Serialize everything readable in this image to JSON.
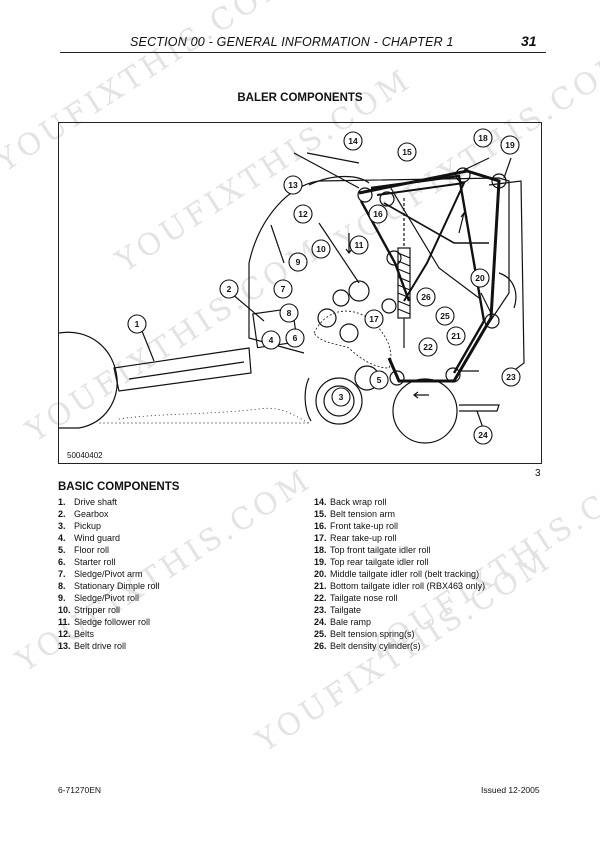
{
  "header": {
    "section_title": "SECTION 00 - GENERAL INFORMATION - CHAPTER 1",
    "page_number": "31"
  },
  "watermark_text": "YOUFIXTHIS.COM",
  "title": "BALER COMPONENTS",
  "figure": {
    "code": "50040402",
    "number": "3",
    "callouts": [
      "1",
      "2",
      "3",
      "4",
      "5",
      "6",
      "7",
      "8",
      "9",
      "10",
      "11",
      "12",
      "13",
      "14",
      "15",
      "16",
      "17",
      "18",
      "19",
      "20",
      "21",
      "22",
      "23",
      "24",
      "25",
      "26"
    ]
  },
  "components": {
    "heading": "BASIC COMPONENTS",
    "left": [
      {
        "num": "1.",
        "label": "Drive shaft"
      },
      {
        "num": "2.",
        "label": "Gearbox"
      },
      {
        "num": "3.",
        "label": "Pickup"
      },
      {
        "num": "4.",
        "label": "Wind guard"
      },
      {
        "num": "5.",
        "label": "Floor roll"
      },
      {
        "num": "6.",
        "label": "Starter roll"
      },
      {
        "num": "7.",
        "label": "Sledge/Pivot arm"
      },
      {
        "num": "8.",
        "label": "Stationary Dimple roll"
      },
      {
        "num": "9.",
        "label": "Sledge/Pivot roll"
      },
      {
        "num": "10.",
        "label": "Stripper roll"
      },
      {
        "num": "11.",
        "label": "Sledge follower roll"
      },
      {
        "num": "12.",
        "label": "Belts"
      },
      {
        "num": "13.",
        "label": "Belt drive roll"
      }
    ],
    "right": [
      {
        "num": "14.",
        "label": "Back wrap roll"
      },
      {
        "num": "15.",
        "label": "Belt tension arm"
      },
      {
        "num": "16.",
        "label": "Front take-up roll"
      },
      {
        "num": "17.",
        "label": "Rear take-up roll"
      },
      {
        "num": "18.",
        "label": "Top front tailgate idler roll"
      },
      {
        "num": "19.",
        "label": "Top rear tailgate idler roll"
      },
      {
        "num": "20.",
        "label": "Middle tailgate idler roll (belt tracking)"
      },
      {
        "num": "21.",
        "label": "Bottom tailgate idler roll (RBX463 only)"
      },
      {
        "num": "22.",
        "label": "Tailgate nose roll"
      },
      {
        "num": "23.",
        "label": "Tailgate"
      },
      {
        "num": "24.",
        "label": "Bale ramp"
      },
      {
        "num": "25.",
        "label": "Belt tension spring(s)"
      },
      {
        "num": "26.",
        "label": "Belt density cylinder(s)"
      }
    ]
  },
  "footer": {
    "doc_code": "6-71270EN",
    "issued": "Issued 12-2005"
  }
}
